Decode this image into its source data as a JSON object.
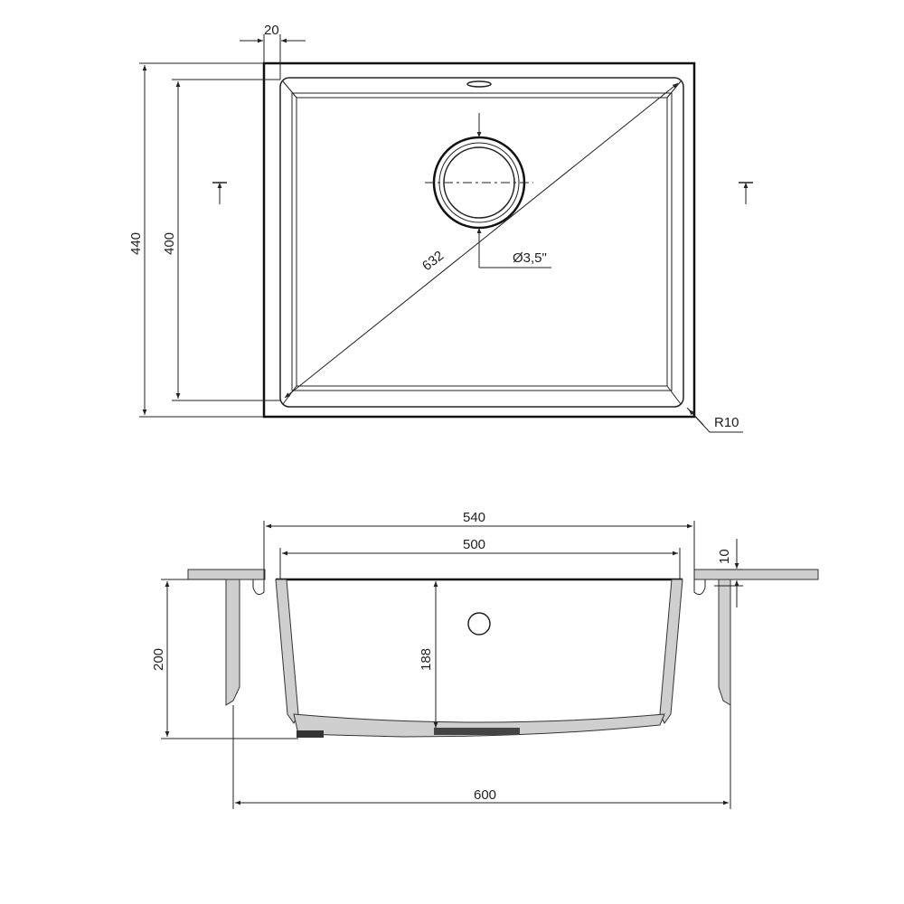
{
  "top_view": {
    "dim_overall_depth": "440",
    "dim_bowl_depth": "400",
    "dim_rim_width": "20",
    "dim_diagonal": "632",
    "dim_drain": "Ø3,5\"",
    "dim_radius": "R10"
  },
  "section_view": {
    "dim_outer_width": "540",
    "dim_bowl_width": "500",
    "dim_countertop": "10",
    "dim_total_height": "200",
    "dim_bowl_height": "188",
    "dim_cabinet_width": "600"
  },
  "colors": {
    "line": "#222222",
    "hatch": "#cfcfcf"
  }
}
